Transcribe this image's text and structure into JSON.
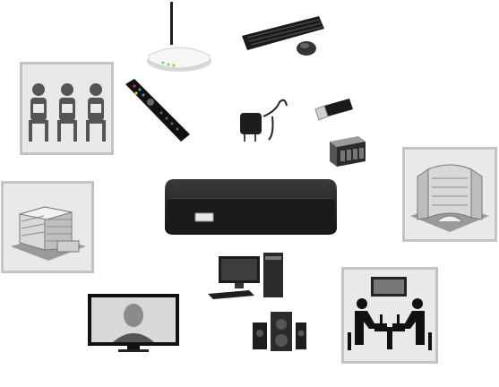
{
  "scene": {
    "background": "#ffffff",
    "tile_fill": "#e9e9e9",
    "tile_border": "#c3c3c3",
    "device_color": "#1a1a1a",
    "router_color": "#f4f4f4",
    "accent_led": "#7fd04f"
  },
  "icons": {
    "center": "media-set-top-box",
    "top": [
      "wifi-router",
      "keyboard-and-mouse"
    ],
    "peripherals": [
      "remote-control",
      "power-adapter",
      "usb-flash-drive",
      "network-storage"
    ],
    "bottom": [
      "desktop-computer",
      "speaker-system",
      "flat-tv"
    ],
    "tiles": [
      "classroom-audience",
      "office-building",
      "hotel-building",
      "restaurant-diners"
    ]
  }
}
